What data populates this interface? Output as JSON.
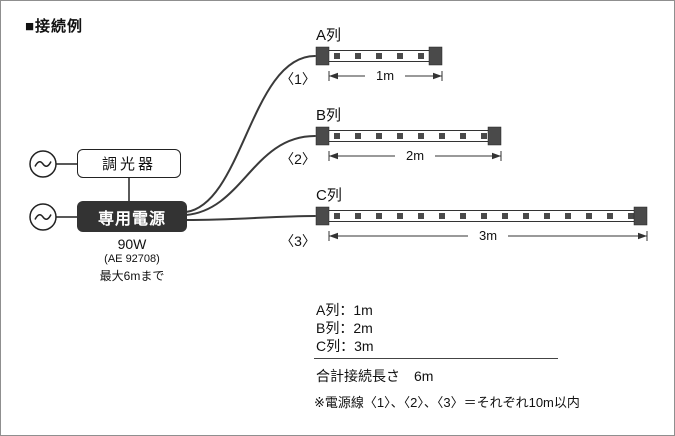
{
  "title": "■接続例",
  "dimmer": {
    "label": "調光器"
  },
  "supply": {
    "label": "専用電源",
    "wattage": "90W",
    "model": "(AE 92708)",
    "max_length": "最大6mまで"
  },
  "strips": [
    {
      "name": "A列",
      "length": "1m",
      "cable": "〈1〉"
    },
    {
      "name": "B列",
      "length": "2m",
      "cable": "〈2〉"
    },
    {
      "name": "C列",
      "length": "3m",
      "cable": "〈3〉"
    }
  ],
  "summary": {
    "items": [
      "A列：1m",
      "B列：2m",
      "C列：3m"
    ],
    "total": "合計接続長さ　6m",
    "note": "※電源線〈1〉、〈2〉、〈3〉＝それぞれ10m以内"
  }
}
